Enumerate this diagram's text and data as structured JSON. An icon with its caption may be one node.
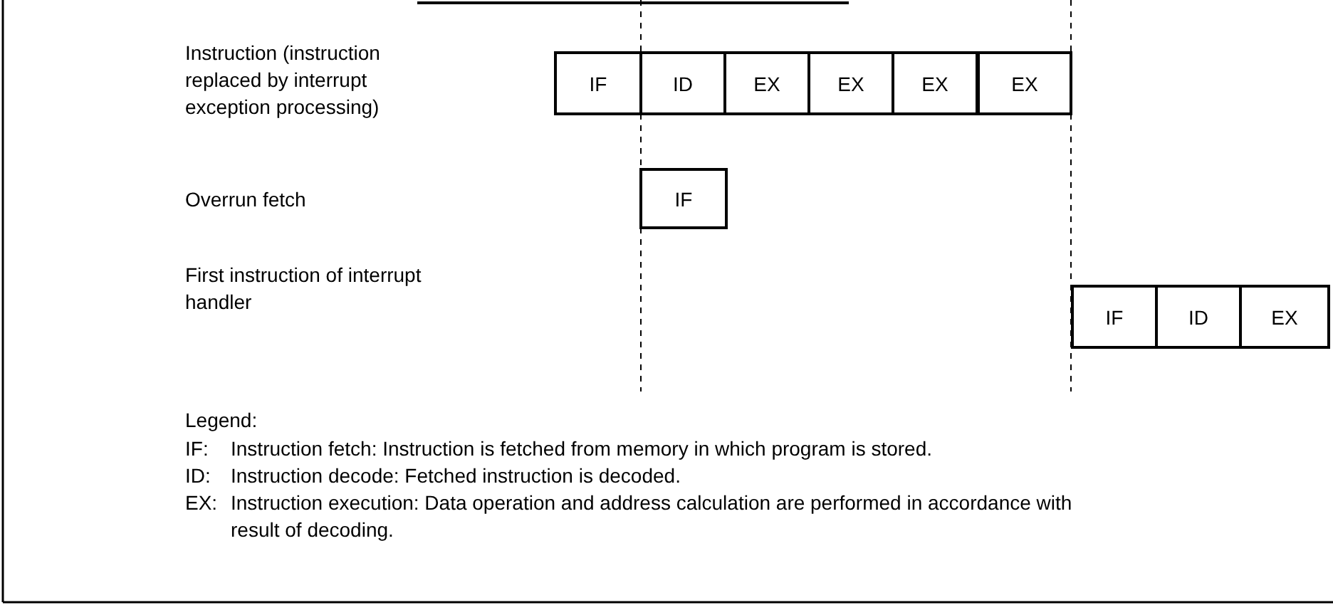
{
  "diagram": {
    "nodes": [
      {
        "text": [
          "IF"
        ]
      },
      {
        "text": [
          "ID"
        ]
      },
      {
        "text": [
          "EX"
        ]
      },
      {
        "text": [
          "EX"
        ]
      },
      {
        "text": [
          "EX"
        ]
      },
      {
        "text": [
          "EX"
        ]
      },
      {
        "text": [
          "IF"
        ]
      },
      {
        "text": [
          "IF"
        ]
      },
      {
        "text": [
          "ID"
        ]
      },
      {
        "text": [
          "EX"
        ]
      }
    ],
    "labels": [
      "Instruction (instruction replaced by interrupt exception processing)",
      "Overrun fetch",
      "First instruction of interrupt handler",
      "Legend:",
      "IF:",
      "Instruction fetch:  Instruction is fetched from memory in which program is stored.",
      "ID:",
      "Instruction decode:  Fetched instruction is decoded.",
      "EX:",
      "Instruction execution:  Data operation and address calculation are performed in accordance with result of decoding."
    ]
  }
}
